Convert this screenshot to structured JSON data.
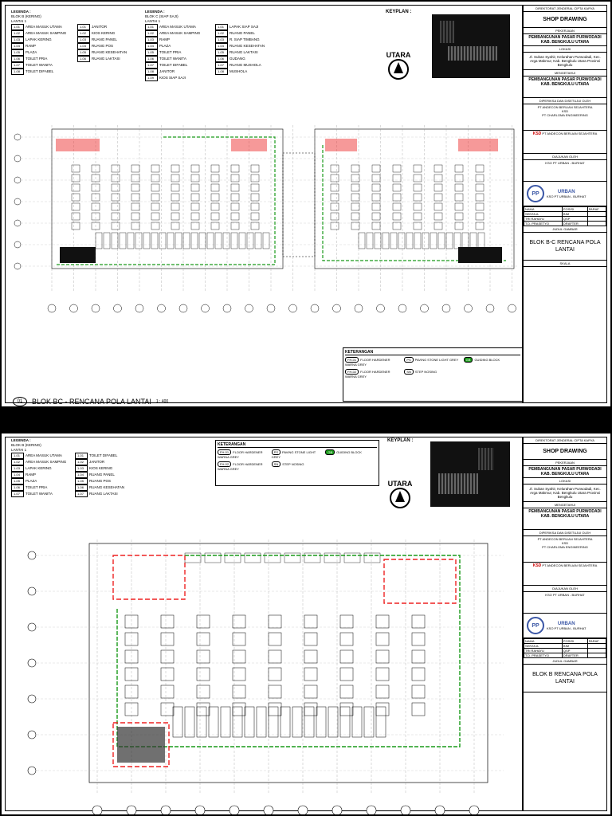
{
  "common": {
    "company_header": "DIREKTORAT JENDERAL CIPTA KARYA",
    "shop_drawing": "SHOP DRAWING",
    "pekerjaan_label": "PEKERJAAN",
    "project": "PEMBANGUNAN PASAR PURWODADI KAB. BENGKULU UTARA",
    "lokasi_label": "LOKASI",
    "lokasi": "Jl. Suban Syahir, Kelurahan Purwodadi, Kec. Arga Makmur, Kab. Bengkulu Utara Provinsi Bengkulu",
    "mengetahui": "MENGETAHUI",
    "diperiksa": "DIPERIKSA DAN DISETUJUI OLEH",
    "consultant1": "PT ANDECON BERLIAN SEJAHTERA",
    "ksd": "KSD",
    "consultant2": "PT CHARLOMA ENGINEERING",
    "diajukan": "DIAJUKAN OLEH",
    "contractor": "KSO PT URBAN - BURHAT",
    "pp_logo": "PP",
    "urban": "URBAN",
    "name_col": "NAMA",
    "posisi_col": "POSISI",
    "paraf_col": "PARAF",
    "judul_gambar": "JUDUL GAMBAR",
    "skala": "SKALA"
  },
  "sheet1": {
    "legend_b": {
      "title": "LEGENDA :",
      "sub": "BLOK B (KERING)",
      "lantai": "LANTAI 1"
    },
    "legend_c": {
      "title": "LEGENDA :",
      "sub": "BLOK C (SIAP SAJI)",
      "lantai": "LANTAI 1"
    },
    "items_b": [
      "AREA MASUK UTAMA",
      "AREA MASUK SAMPING",
      "LAPAK KERING",
      "RAMP",
      "PLAZA",
      "TOILET PRIA",
      "TOILET WANITA",
      "TOILET DIFABEL"
    ],
    "items_b2": [
      "JANITOR",
      "KIOS KERING",
      "RUANG PANEL",
      "RUANG POS",
      "RUANG KESEHATAN",
      "RUANG LAKTASI"
    ],
    "items_c": [
      "AREA MASUK UTAMA",
      "AREA MASUK SAMPING",
      "RAMP",
      "PLAZA",
      "TOILET PRIA",
      "TOILET WANITA",
      "TOILET DIFABEL",
      "JANITOR",
      "KIOS SIAP SAJI"
    ],
    "items_c2": [
      "LAPAK SIAP SAJI",
      "RUANG PANEL",
      "R. SIAP TIMBANG",
      "RUANG KESEHATAN",
      "RUANG LAKTASI",
      "GUDANG",
      "RUANG MUSHOLA",
      "MUSHOLA"
    ],
    "keyplan": "KEYPLAN :",
    "utara": "UTARA",
    "caption_num": "01",
    "caption": "BLOK BC - RENCANA POLA LANTAI",
    "scale": "1 : 400",
    "keterangan": "KETERANGAN",
    "ket_items": [
      "FLOOR HARDENER WARNA GREY",
      "PAVING STONE LIGHT GREY",
      "FLOOR HARDENER WARNA GREY",
      "STEP NOSING",
      "GUIDING BLOCK"
    ],
    "title_sheet": "BLOK B-C RENCANA POLA LANTAI",
    "names": [
      [
        "SENTA A.",
        "BIM"
      ],
      [
        "TRI RAHAYU",
        "QSP"
      ],
      [
        "T.D. PRASETYO",
        "DRAFTER"
      ]
    ]
  },
  "sheet2": {
    "legend": {
      "title": "LEGENDA :",
      "sub": "BLOK B (KERING)",
      "lantai": "LANTAI 1"
    },
    "items": [
      "AREA MASUK UTAMA",
      "AREA MASUK SAMPING",
      "LAPAK KERING",
      "RAMP",
      "PLAZA",
      "TOILET PRIA",
      "TOILET WANITA"
    ],
    "items2": [
      "TOILET DIFABEL",
      "JANITOR",
      "KIOS KERING",
      "RUANG PANEL",
      "RUANG POS",
      "RUANG KESEHATAN",
      "RUANG LAKTASI"
    ],
    "keterangan": "KETERANGAN",
    "keyplan": "KEYPLAN :",
    "utara": "UTARA",
    "title_sheet": "BLOK B RENCANA POLA LANTAI",
    "names": [
      [
        "SENTA A.",
        "BIM"
      ],
      [
        "TRI RAHAYU",
        "QSP"
      ],
      [
        "T.D. PRASETYO",
        "DRAFTER"
      ]
    ]
  }
}
